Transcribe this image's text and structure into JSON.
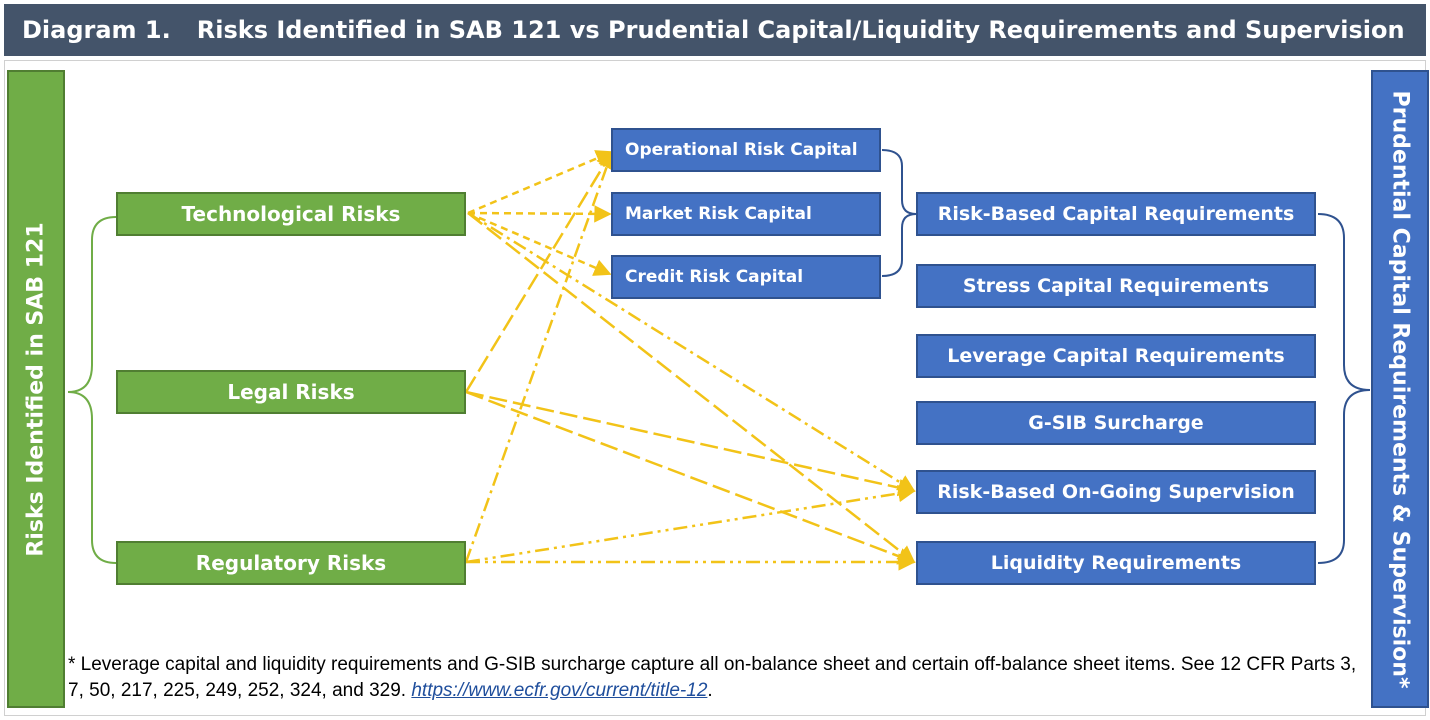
{
  "header": {
    "number": "Diagram 1.",
    "title": "Risks Identified in SAB 121 vs Prudential Capital/Liquidity Requirements and Supervision"
  },
  "left_label": "Risks Identified in SAB 121",
  "right_label": "Prudential Capital Requirements & Supervision*",
  "risks": [
    {
      "id": "technological",
      "label": "Technological Risks"
    },
    {
      "id": "legal",
      "label": "Legal Risks"
    },
    {
      "id": "regulatory",
      "label": "Regulatory Risks"
    }
  ],
  "capital_components": [
    {
      "id": "operational",
      "label": "Operational Risk Capital"
    },
    {
      "id": "market",
      "label": "Market Risk Capital"
    },
    {
      "id": "credit",
      "label": "Credit Risk Capital"
    }
  ],
  "requirements": [
    {
      "id": "risk-based-capital",
      "label": "Risk-Based Capital Requirements"
    },
    {
      "id": "stress-capital",
      "label": "Stress Capital Requirements"
    },
    {
      "id": "leverage-capital",
      "label": "Leverage Capital Requirements"
    },
    {
      "id": "gsib",
      "label": "G-SIB Surcharge"
    },
    {
      "id": "supervision",
      "label": "Risk-Based On-Going Supervision"
    },
    {
      "id": "liquidity",
      "label": "Liquidity Requirements"
    }
  ],
  "arrow_color": "#f2c318",
  "node_colors": {
    "green": "#70ad47",
    "blue": "#4472c4",
    "header": "#44546a"
  },
  "footnote": {
    "text": "* Leverage capital and liquidity requirements and G-SIB surcharge capture all on-balance sheet and certain off-balance sheet items. See 12 CFR Parts 3, 7, 50, 217, 225, 249, 252, 324, and 329. ",
    "link": "https://www.ecfr.gov/current/title-12",
    "end": "."
  }
}
